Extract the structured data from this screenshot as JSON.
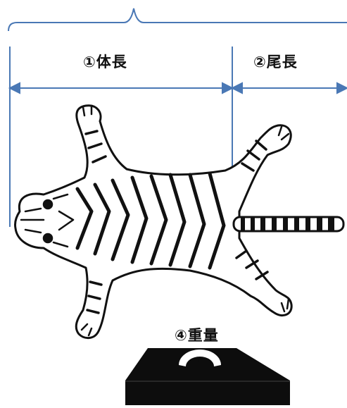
{
  "labels": {
    "body_length": "①体長",
    "tail_length": "②尾長",
    "weight": "④重量"
  },
  "colors": {
    "bracket": "#4a78b5",
    "ink": "#111111",
    "scale_body": "#0d0d0d",
    "scale_dial": "#ffffff"
  },
  "icons": {
    "animal": "tiger-skin-icon",
    "scale": "weighing-scale-icon"
  }
}
